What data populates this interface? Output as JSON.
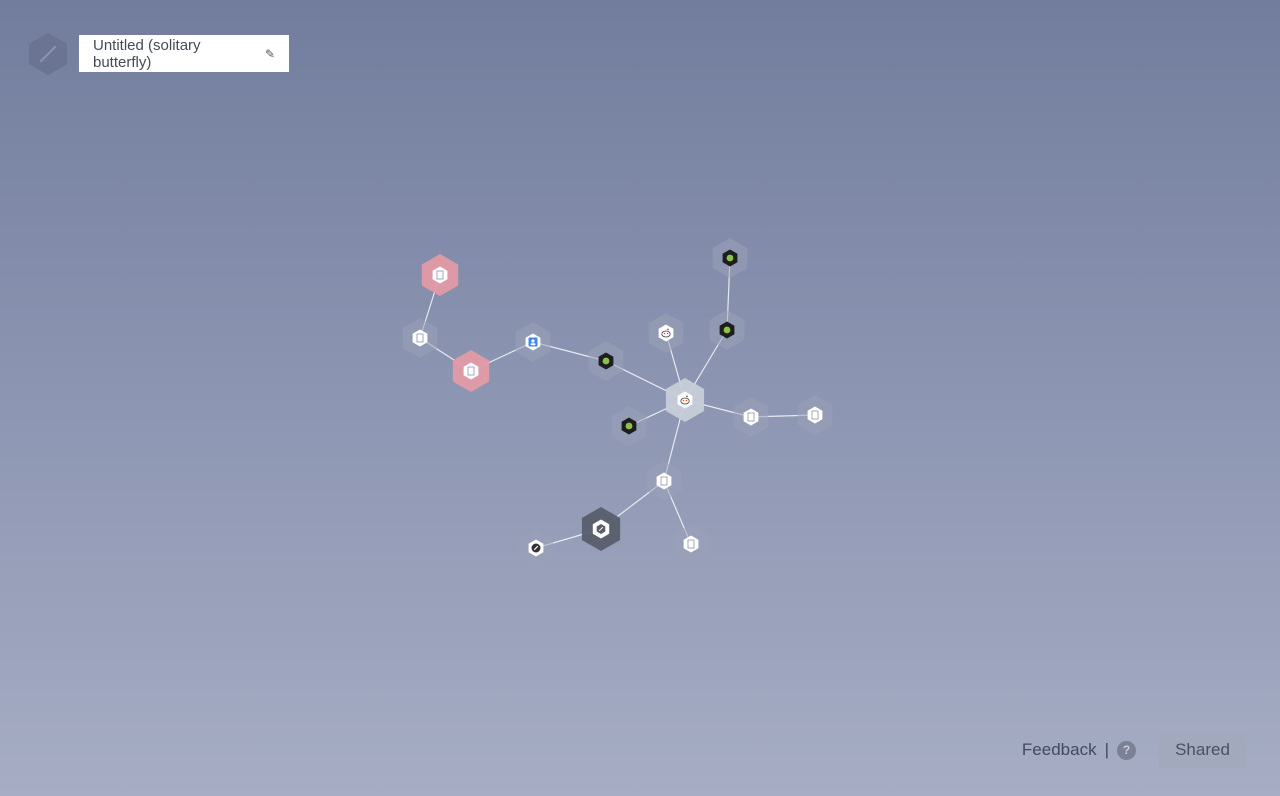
{
  "header": {
    "logo_icon": "hexagon-pen-icon",
    "title": "Untitled (solitary butterfly)",
    "edit_icon": "pencil-icon"
  },
  "footer": {
    "feedback_label": "Feedback",
    "separator": "|",
    "help_label": "?",
    "shared_label": "Shared"
  },
  "graph": {
    "node_types": {
      "document": {
        "icon": "document-icon",
        "color": "#ffffff"
      },
      "chip": {
        "icon": "chip-icon",
        "color": "#1e1e1e"
      },
      "reddit": {
        "icon": "reddit-icon",
        "color": "#ff4500"
      },
      "google": {
        "icon": "google-icon",
        "color": "#4285f4"
      },
      "link": {
        "icon": "link-icon",
        "color": "#333333"
      },
      "hexagon": {
        "icon": "hexagon-icon",
        "color": "#ffffff"
      }
    },
    "highlight_colors": {
      "pink": "#e39aa6",
      "dark": "#595e6c",
      "default": "#9aa1b8",
      "hub": "#c8ccd9"
    },
    "nodes": [
      {
        "id": "n1",
        "type": "document",
        "highlight": "pink"
      },
      {
        "id": "n2",
        "type": "document",
        "highlight": "default"
      },
      {
        "id": "n3",
        "type": "document",
        "highlight": "pink"
      },
      {
        "id": "n4",
        "type": "google",
        "highlight": "default"
      },
      {
        "id": "n5",
        "type": "chip",
        "highlight": "default"
      },
      {
        "id": "n6",
        "type": "reddit",
        "highlight": "default"
      },
      {
        "id": "n7",
        "type": "chip",
        "highlight": "default"
      },
      {
        "id": "n8",
        "type": "chip",
        "highlight": "default"
      },
      {
        "id": "hub",
        "type": "reddit",
        "highlight": "hub"
      },
      {
        "id": "n10",
        "type": "chip",
        "highlight": "default"
      },
      {
        "id": "n11",
        "type": "document",
        "highlight": "default"
      },
      {
        "id": "n12",
        "type": "document",
        "highlight": "default"
      },
      {
        "id": "n13",
        "type": "document",
        "highlight": "default"
      },
      {
        "id": "n14",
        "type": "hexagon",
        "highlight": "dark"
      },
      {
        "id": "n15",
        "type": "link",
        "highlight": "default"
      },
      {
        "id": "n16",
        "type": "document",
        "highlight": "default"
      }
    ],
    "edges": [
      [
        "n1",
        "n2"
      ],
      [
        "n2",
        "n3"
      ],
      [
        "n3",
        "n4"
      ],
      [
        "n4",
        "n5"
      ],
      [
        "n5",
        "hub"
      ],
      [
        "n6",
        "hub"
      ],
      [
        "n8",
        "hub"
      ],
      [
        "n7",
        "n8"
      ],
      [
        "n10",
        "hub"
      ],
      [
        "hub",
        "n11"
      ],
      [
        "n11",
        "n12"
      ],
      [
        "hub",
        "n13"
      ],
      [
        "n13",
        "n14"
      ],
      [
        "n14",
        "n15"
      ],
      [
        "n13",
        "n16"
      ]
    ]
  }
}
